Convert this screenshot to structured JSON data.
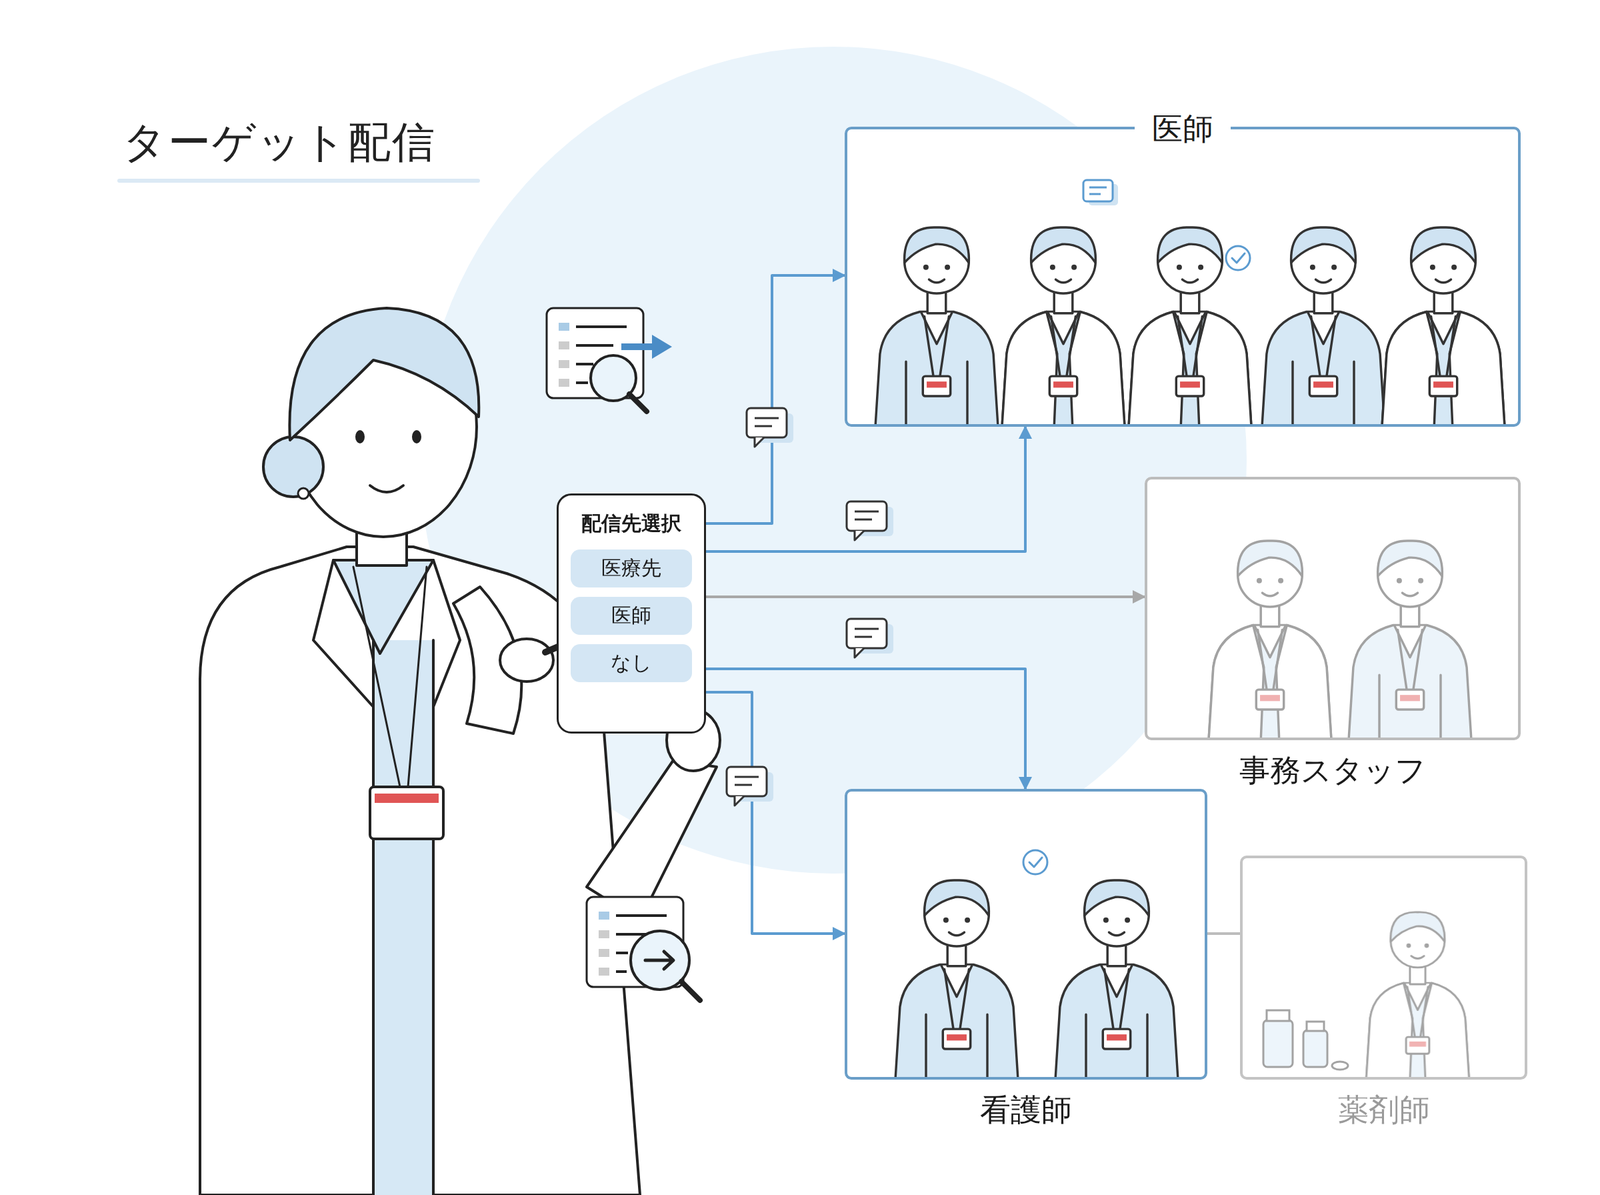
{
  "diagram": {
    "title": "ターゲット配信",
    "nodes": [
      {
        "text": [
          "配信先選択",
          "医療先",
          "医師",
          "なし"
        ]
      },
      {
        "text": [
          "医師"
        ]
      },
      {
        "text": [
          "事務スタッフ"
        ]
      },
      {
        "text": [
          "看護師"
        ]
      },
      {
        "text": [
          "薬剤師"
        ]
      }
    ],
    "edges": [
      {
        "from": 0,
        "to": 1,
        "arrow": "to"
      },
      {
        "from": 0,
        "to": 1,
        "arrow": "to"
      },
      {
        "from": 0,
        "to": 2,
        "arrow": "to"
      },
      {
        "from": 0,
        "to": 3,
        "arrow": "to"
      },
      {
        "from": 0,
        "to": 3,
        "arrow": "to"
      },
      {
        "from": 3,
        "to": 4,
        "arrow": "none"
      }
    ]
  }
}
